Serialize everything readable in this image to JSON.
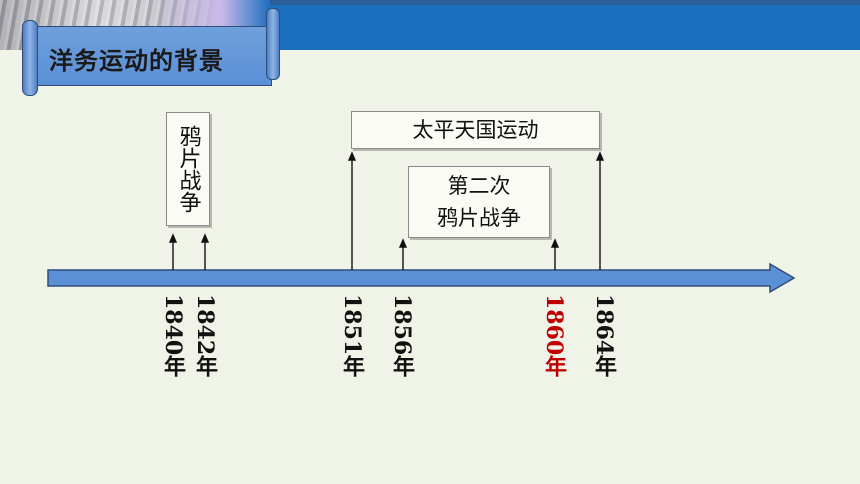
{
  "title": "洋务运动的背景",
  "boxes": {
    "opium_war": "鸦片战争",
    "taiping": "太平天国运动",
    "second_line1": "第二次",
    "second_line2": "鸦片战争"
  },
  "years": [
    "1840年",
    "1842年",
    "1851年",
    "1856年",
    "1860年",
    "1864年"
  ],
  "colors": {
    "banner": "#1c6fbf",
    "timeline_fill": "#5b8fd6",
    "highlight_year": "#c00000"
  }
}
